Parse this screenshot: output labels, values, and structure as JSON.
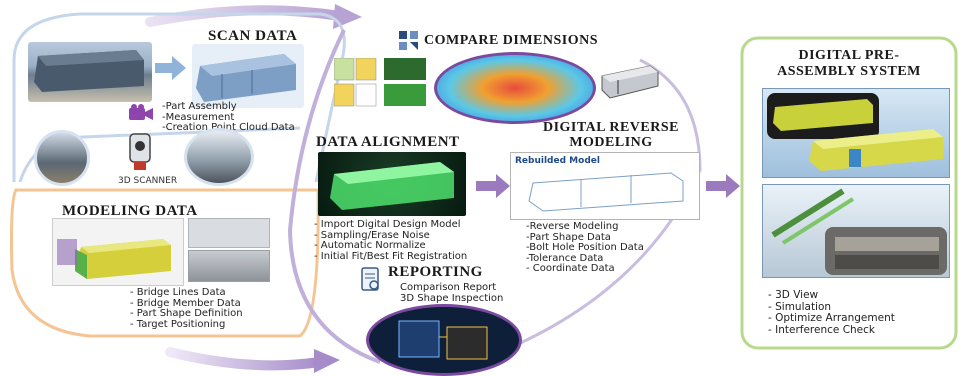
{
  "scan": {
    "title": "SCAN DATA",
    "items": [
      "-Part Assembly",
      "-Measurement",
      "-Creation Point Cloud Data"
    ],
    "scanner_label": "3D SCANNER"
  },
  "modeling": {
    "title": "MODELING DATA",
    "items": [
      "- Bridge Lines Data",
      "- Bridge Member Data",
      "- Part Shape Definition",
      "- Target Positioning"
    ]
  },
  "compare": {
    "title": "COMPARE DIMENSIONS"
  },
  "alignment": {
    "title": "DATA ALIGNMENT",
    "items": [
      "- Import Digital Design Model",
      "- Sampling/Erase Noise",
      "- Automatic Normalize",
      "- Initial Fit/Best Fit Registration"
    ]
  },
  "reverse": {
    "title_line1": "DIGITAL REVERSE",
    "title_line2": "MODELING",
    "panel_label": "Rebuilded Model",
    "items": [
      "-Reverse Modeling",
      "-Part Shape Data",
      "-Bolt Hole Position Data",
      "-Tolerance Data",
      "- Coordinate Data"
    ]
  },
  "reporting": {
    "title": "REPORTING",
    "items": [
      "Comparison Report",
      "3D Shape Inspection"
    ]
  },
  "preassembly": {
    "title_line1": "DIGITAL PRE-",
    "title_line2": "ASSEMBLY SYSTEM",
    "items": [
      "- 3D View",
      "- Simulation",
      "- Optimize Arrangement",
      "- Interference Check"
    ]
  },
  "colors": {
    "purple": "#9b7bbd",
    "blue_frame": "#b9cde3",
    "orange_frame": "#f3c79b",
    "green_frame": "#b5d88a"
  }
}
